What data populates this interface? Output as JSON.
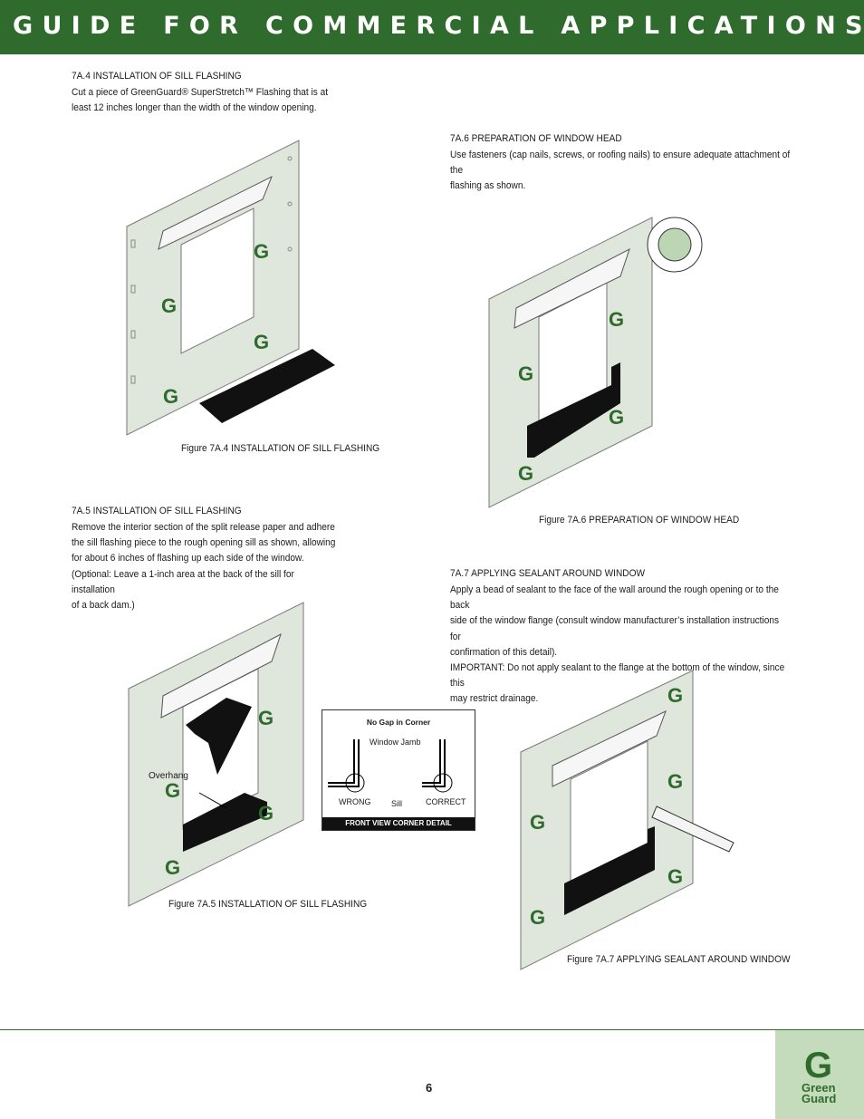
{
  "header": {
    "title": "GUIDE FOR COMMERCIAL APPLICATIONS"
  },
  "sections": {
    "s7a4": {
      "heading": "7A.4 INSTALLATION OF SILL FLASHING",
      "body_line1": "Cut a piece of GreenGuard® SuperStretch™ Flashing that is at",
      "body_line2": "least 12 inches longer than the width of the window opening.",
      "caption": "Figure 7A.4 INSTALLATION OF SILL FLASHING"
    },
    "s7a5": {
      "heading": "7A.5 INSTALLATION OF SILL FLASHING",
      "body_line1": "Remove the interior section of the split release paper and adhere",
      "body_line2": "the sill flashing piece to the rough opening sill as shown, allowing",
      "body_line3": "for about 6 inches of flashing up each side of the window.",
      "body_line4": "(Optional: Leave a 1-inch area at the back of the sill for installation",
      "body_line5": "of a back dam.)",
      "caption": "Figure 7A.5 INSTALLATION OF SILL FLASHING",
      "overhang_label": "Overhang"
    },
    "s7a6": {
      "heading": "7A.6  PREPARATION OF WINDOW HEAD",
      "body_line1": "Use fasteners (cap nails, screws, or roofing nails) to ensure adequate attachment of the",
      "body_line2": "flashing as shown.",
      "caption": "Figure 7A.6 PREPARATION OF WINDOW HEAD"
    },
    "s7a7": {
      "heading": "7A.7 APPLYING SEALANT AROUND WINDOW",
      "body_line1": "Apply a bead of sealant to the face of the wall around the rough opening or to the back",
      "body_line2": "side of the window flange (consult window manufacturer’s installation instructions for",
      "body_line3": "confirmation of this detail).",
      "body_line4": "IMPORTANT: Do not apply sealant to the flange at the bottom of the window, since this",
      "body_line5": "may restrict drainage.",
      "caption": "Figure 7A.7 APPLYING SEALANT AROUND WINDOW"
    }
  },
  "detail": {
    "title": "No Gap in Corner",
    "window_jamb": "Window Jamb",
    "wrong": "WRONG",
    "sill": "Sill",
    "correct": "CORRECT",
    "banner": "FRONT VIEW CORNER DETAIL"
  },
  "footer": {
    "page_number": "6"
  },
  "logo": {
    "line1": "Green",
    "line2": "Guard"
  },
  "colors": {
    "brand_green": "#2f6b2c",
    "logo_bg": "#c4dcbc"
  }
}
